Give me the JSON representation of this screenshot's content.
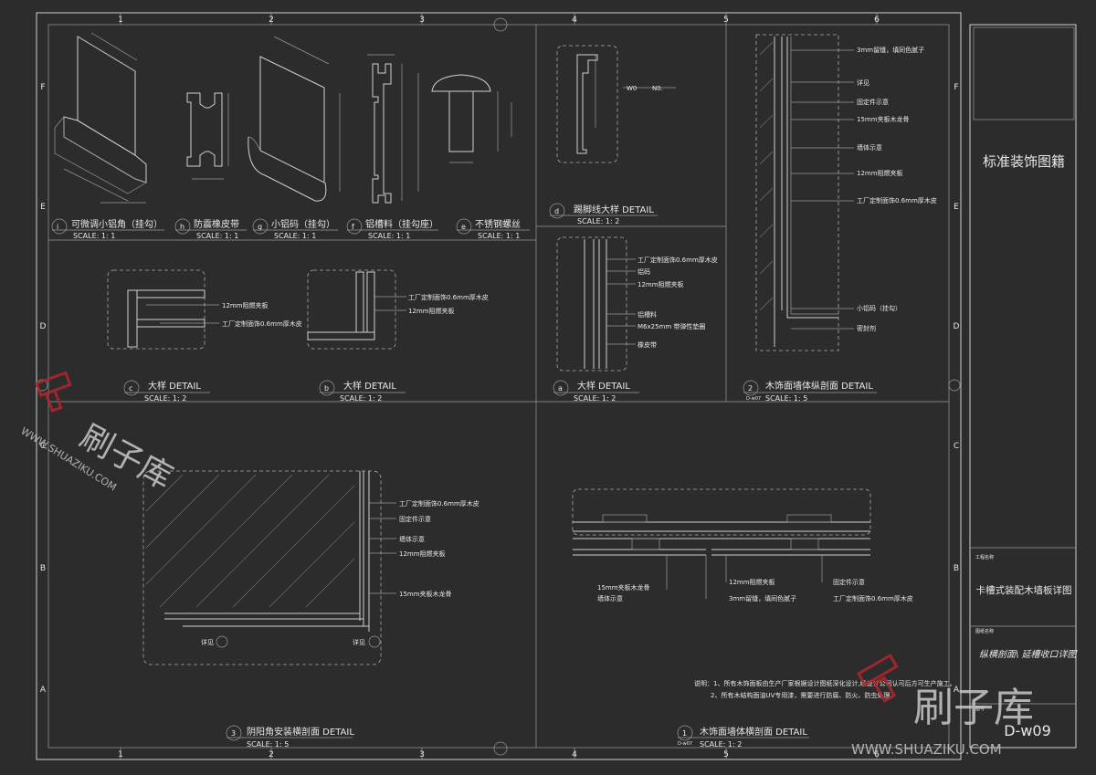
{
  "grid": {
    "columns": [
      "1",
      "2",
      "3",
      "4",
      "5",
      "6"
    ],
    "rows": [
      "F",
      "E",
      "D",
      "C",
      "B",
      "A"
    ]
  },
  "title_block": {
    "library_title": "标准装饰图籍",
    "project_label": "工程名称",
    "drawing_title": "卡槽式装配木墙板详图",
    "drawing_name_label": "图纸名称",
    "drawing_name": "纵横剖面\\ 延槽收口详图",
    "drawing_no_label": "图号",
    "drawing_no": "D-w09"
  },
  "top_details": [
    {
      "id": "i",
      "name": "可微调小铝角（挂勾）",
      "scale": "SCALE: 1: 1"
    },
    {
      "id": "h",
      "name": "防震橡皮带",
      "scale": "SCALE: 1: 1"
    },
    {
      "id": "g",
      "name": "小铝码（挂勾）",
      "scale": "SCALE: 1: 1"
    },
    {
      "id": "f",
      "name": "铝槽料（挂勾座）",
      "scale": "SCALE: 1: 1"
    },
    {
      "id": "e",
      "name": "不锈钢螺丝",
      "scale": "SCALE: 1: 1"
    }
  ],
  "detail_d": {
    "id": "d",
    "name": "踢脚线大样  DETAIL",
    "scale": "SCALE: 1: 2"
  },
  "mid_details": [
    {
      "id": "c",
      "name": "大样  DETAIL",
      "scale": "SCALE: 1: 2"
    },
    {
      "id": "b",
      "name": "大样  DETAIL",
      "scale": "SCALE: 1: 2"
    },
    {
      "id": "a",
      "name": "大样  DETAIL",
      "scale": "SCALE: 1: 2"
    },
    {
      "id": "2",
      "name": "木饰面墙体纵剖面  DETAIL",
      "scale": "SCALE: 1: 5",
      "ref": "D-w07"
    }
  ],
  "bottom_details": [
    {
      "id": "3",
      "name": "阴阳角安装横剖面  DETAIL",
      "scale": "SCALE: 1: 5"
    },
    {
      "id": "1",
      "name": "木饰面墙体横剖面  DETAIL",
      "scale": "SCALE: 1: 2",
      "ref": "D-w07"
    }
  ],
  "labels": {
    "c1": "12mm阻燃夹板",
    "c2": "工厂定制面饰0.6mm厚木皮",
    "b1": "工厂定制面饰0.6mm厚木皮",
    "b2": "12mm阻燃夹板",
    "a1": "工厂定制面饰0.6mm厚木皮",
    "a2": "铝码",
    "a3": "12mm阻燃夹板",
    "a4": "铝槽料",
    "a5": "M6x25mm 带弹性垫圈",
    "a6": "橡皮带",
    "s1": "3mm留缝，填同色腻子",
    "s2": "详见",
    "s3": "固定件示意",
    "s4": "15mm夹板木龙骨",
    "s5": "墙体示意",
    "s6": "12mm阻燃夹板",
    "s7": "工厂定制面饰0.6mm厚木皮",
    "s8": "小铝码（挂勾）",
    "s9": "密封剂",
    "k1": "工厂定制面饰0.6mm厚木皮",
    "k2": "固定件示意",
    "k3": "墙体示意",
    "k4": "12mm阻燃夹板",
    "k5": "15mm夹板木龙骨",
    "k6": "详见",
    "k7": "详见",
    "h1": "15mm夹板木龙骨",
    "h2": "墙体示意",
    "h3": "12mm阻燃夹板",
    "h4": "3mm留缝，填同色腻子",
    "h5": "固定件示意",
    "h6": "工厂定制面饰0.6mm厚木皮",
    "d1": "W0",
    "d2": "N0."
  },
  "notes": {
    "n1": "说明：1、所有木饰面板由生产厂家根据设计图纸深化设计,经设计公司认可后方可生产施工。",
    "n2": "2、所有木结构面油UV专用漆，需要进行防腐、防火、防虫处理。"
  },
  "watermark": {
    "brand": "刷子库",
    "url": "WWW.SHUAZIKU.COM",
    "url2": "WWW.SHUAZIKU.COM"
  },
  "colors": {
    "background": "#2c2c2c",
    "lines": "#cfcfcf",
    "watermark_red": "#b3262c"
  }
}
